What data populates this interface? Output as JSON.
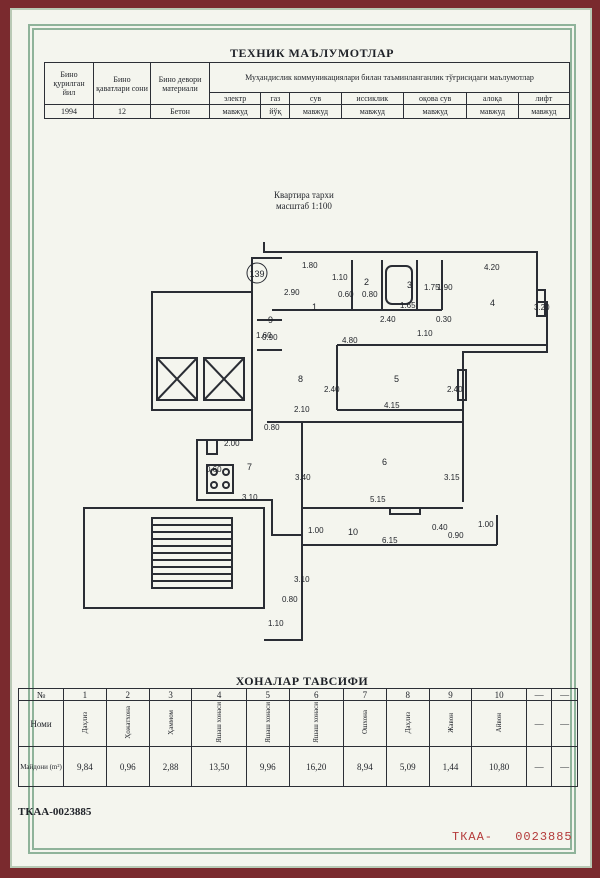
{
  "tech_title": "ТЕХНИК МАЪЛУМОТЛАР",
  "tech_table": {
    "col_year": "Бино қурилган йил",
    "col_floors": "Бино қаватлари сони",
    "col_wall": "Бино девори материали",
    "col_engineering": "Муҳандислик коммуникациялари билан таъминланганлик тўғрисидаги маълумотлар",
    "eng_headers": [
      "электр",
      "газ",
      "сув",
      "иссиклик",
      "оқова сув",
      "алоқа",
      "лифт"
    ],
    "year": "1994",
    "floors": "12",
    "wall": "Бетон",
    "eng_values": [
      "мавжуд",
      "йўқ",
      "мавжуд",
      "мавжуд",
      "мавжуд",
      "мавжуд",
      "мавжуд"
    ]
  },
  "plan": {
    "caption_line1": "Квартира тархи",
    "caption_line2": "масштаб  1:100",
    "building_no": "139",
    "room_numbers": [
      "1",
      "2",
      "3",
      "4",
      "5",
      "6",
      "7",
      "8",
      "9",
      "10"
    ],
    "dims": [
      "1.80",
      "1.10",
      "2.90",
      "0.60",
      "0.80",
      "1.65",
      "1.75",
      "1.90",
      "4.20",
      "3.20",
      "1.60",
      "0.90",
      "2.40",
      "1.10",
      "0.30",
      "4.80",
      "2.40",
      "2.40",
      "4.15",
      "0.80",
      "2.10",
      "2.00",
      "3.40",
      "3.15",
      "0.60",
      "3.10",
      "5.15",
      "1.00",
      "1.00",
      "0.40",
      "0.90",
      "6.15",
      "3.10",
      "0.80",
      "1.10"
    ]
  },
  "rooms_title": "ХОНАЛАР ТАВСИФИ",
  "rooms_table": {
    "num_label": "№",
    "name_label": "Номи",
    "area_label": "Майдони (m²)",
    "numbers": [
      "1",
      "2",
      "3",
      "4",
      "5",
      "6",
      "7",
      "8",
      "9",
      "10",
      "—",
      "—"
    ],
    "names": [
      "Даҳлиз",
      "Ҳожатхона",
      "Ҳаммом",
      "Яшаш хонаси",
      "Яшаш хонаси",
      "Яшаш хонаси",
      "Ошхона",
      "Даҳлиз",
      "Жавон",
      "Айвон",
      "—",
      "—"
    ],
    "areas": [
      "9,84",
      "0,96",
      "2,88",
      "13,50",
      "9,96",
      "16,20",
      "8,94",
      "5,09",
      "1,44",
      "10,80",
      "—",
      "—"
    ]
  },
  "serial_left": "ТКАА-0023885",
  "serial_right_prefix": "ТКАА-",
  "serial_right_number": "0023885"
}
